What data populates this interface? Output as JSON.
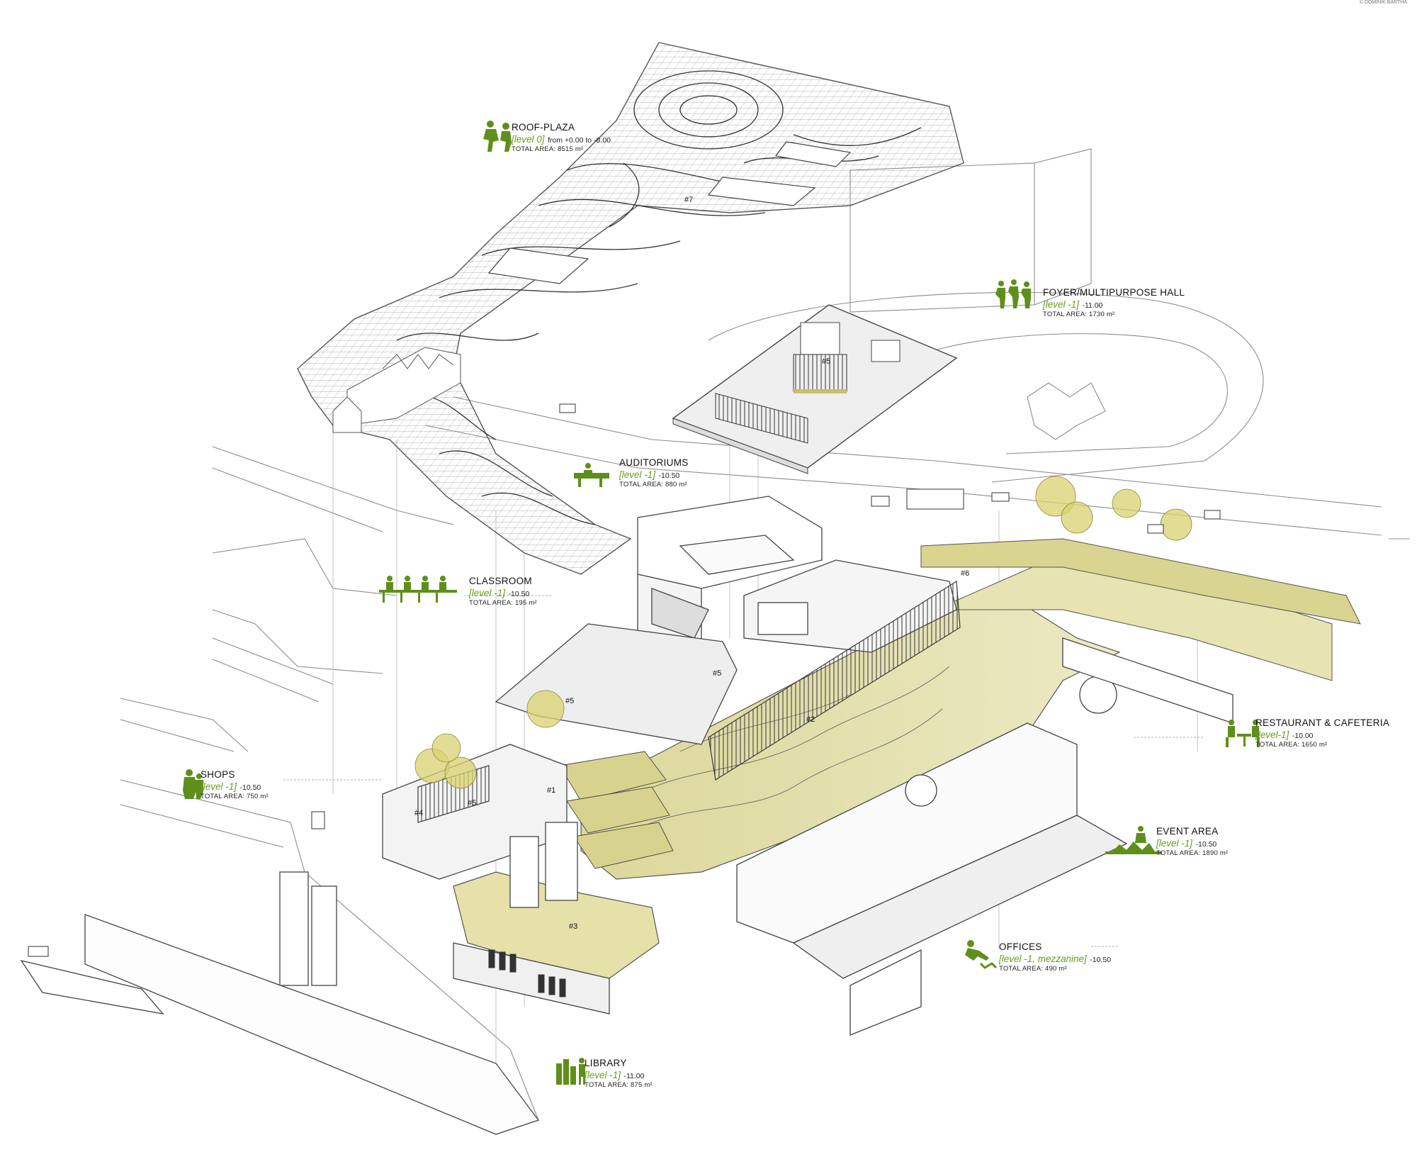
{
  "credit": "© DOMINIK BARTHA",
  "colors": {
    "accent_green": "#6b9a1f",
    "figure_green": "#5f8f1b",
    "field_yellow": "#e3dfa3",
    "line": "#6d6d6d"
  },
  "labels": {
    "roof": {
      "title": "ROOF-PLAZA",
      "level": "[level 0]",
      "elev": "from +0.00 to -8.00",
      "area": "TOTAL AREA: 8515 m²"
    },
    "foyer": {
      "title": "FOYER/MULTIPURPOSE HALL",
      "level": "[level -1]",
      "elev": "-11.00",
      "area": "TOTAL AREA: 1730 m²"
    },
    "auditoriums": {
      "title": "AUDITORIUMS",
      "level": "[level -1]",
      "elev": "-10.50",
      "area": "TOTAL AREA: 880 m²"
    },
    "classroom": {
      "title": "CLASSROOM",
      "level": "[level -1]",
      "elev": "-10.50",
      "area": "TOTAL AREA: 195 m²"
    },
    "restaurant": {
      "title": "RESTAURANT & CAFETERIA",
      "level": "[level-1]",
      "elev": "-10.00",
      "area": "TOTAL AREA: 1650 m²"
    },
    "shops": {
      "title": "SHOPS",
      "level": "[level -1]",
      "elev": "-10.50",
      "area": "TOTAL AREA: 750 m²"
    },
    "event": {
      "title": "EVENT AREA",
      "level": "[level -1]",
      "elev": "-10.50",
      "area": "TOTAL AREA: 1890 m²"
    },
    "offices": {
      "title": "OFFICES",
      "level": "[level -1, mezzanine]",
      "elev": "-10.50",
      "area": "TOTAL AREA: 490 m²"
    },
    "library": {
      "title": "LIBRARY",
      "level": "[level -1]",
      "elev": "-11.00",
      "area": "TOTAL AREA: 875 m²"
    }
  },
  "tags": {
    "t1": "#1",
    "t2": "#2",
    "t3": "#3",
    "t4": "#4",
    "t5a": "#5",
    "t5b": "#5",
    "t5c": "#5",
    "t5d": "#5",
    "t6": "#6",
    "t7": "#7"
  }
}
